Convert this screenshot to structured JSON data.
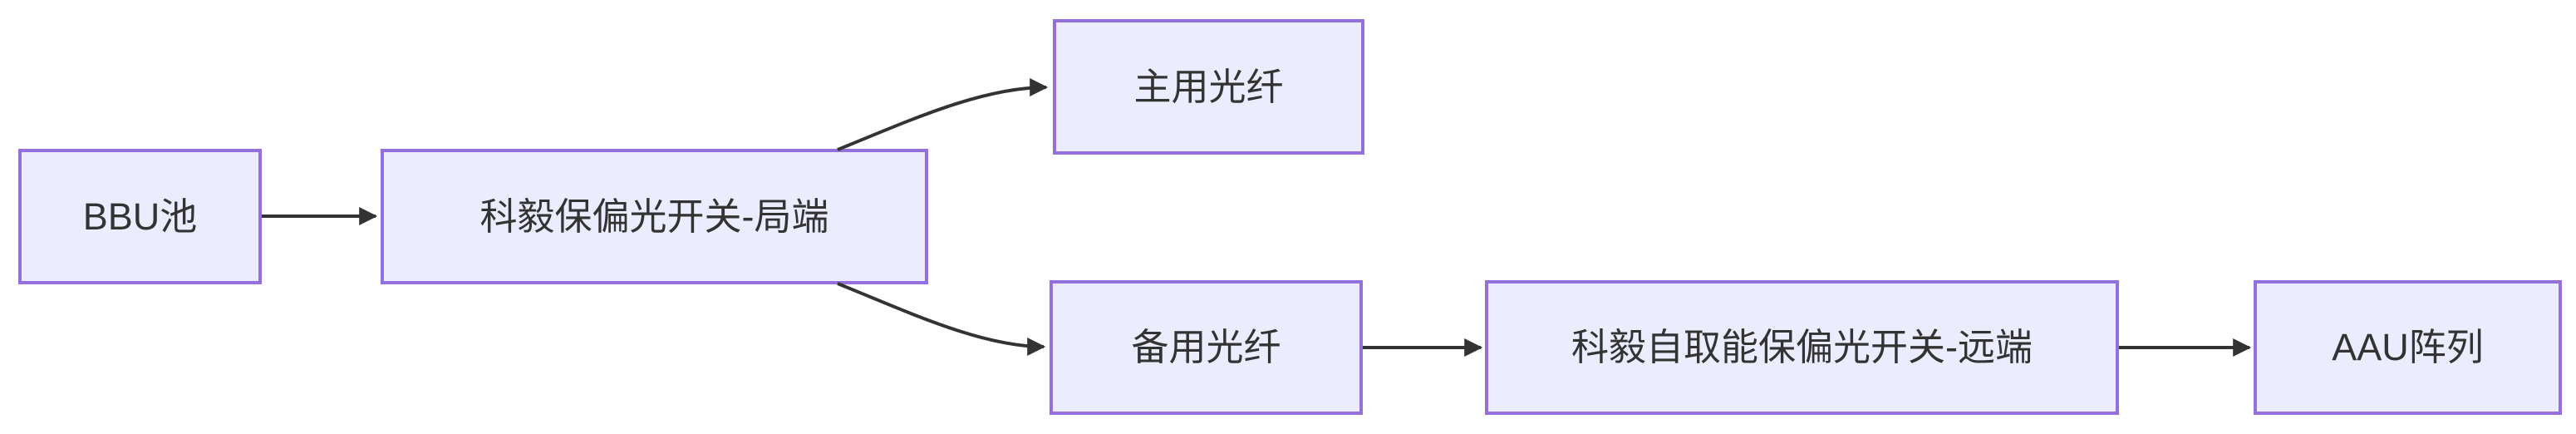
{
  "diagram": {
    "type": "flowchart",
    "direction": "left-to-right",
    "colors": {
      "node_fill": "#ECECFF",
      "node_border": "#9370DB",
      "edge_line": "#333333",
      "text": "#333333",
      "background": "#FFFFFF"
    },
    "nodes": [
      {
        "id": "bbu",
        "label": "BBU池"
      },
      {
        "id": "switch-local",
        "label": "科毅保偏光开关-局端"
      },
      {
        "id": "primary-fiber",
        "label": "主用光纤"
      },
      {
        "id": "backup-fiber",
        "label": "备用光纤"
      },
      {
        "id": "switch-remote",
        "label": "科毅自取能保偏光开关-远端"
      },
      {
        "id": "aau",
        "label": "AAU阵列"
      }
    ],
    "edges": [
      {
        "from": "bbu",
        "to": "switch-local",
        "arrow": "triangle"
      },
      {
        "from": "switch-local",
        "to": "primary-fiber",
        "arrow": "triangle"
      },
      {
        "from": "switch-local",
        "to": "backup-fiber",
        "arrow": "triangle"
      },
      {
        "from": "backup-fiber",
        "to": "switch-remote",
        "arrow": "triangle"
      },
      {
        "from": "switch-remote",
        "to": "aau",
        "arrow": "triangle"
      }
    ]
  }
}
